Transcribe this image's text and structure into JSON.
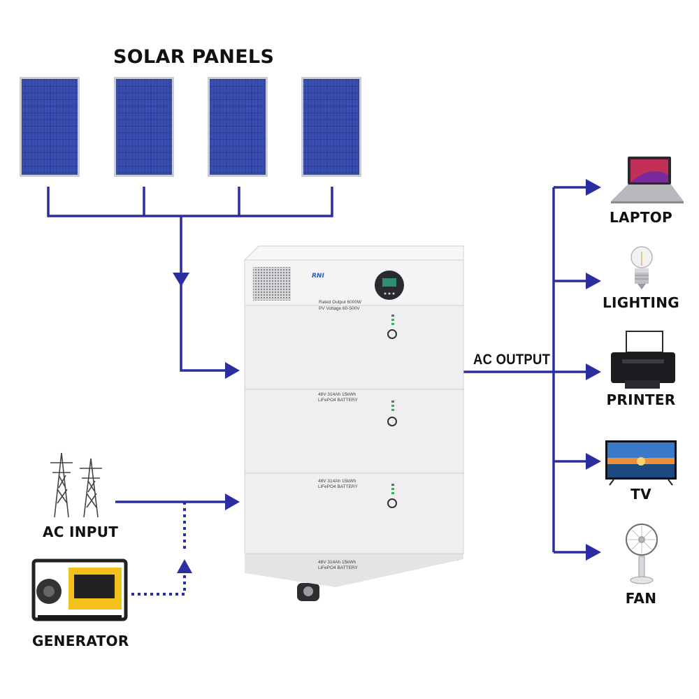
{
  "title": "SOLAR PANELS",
  "ac_output_label": "AC OUTPUT",
  "inputs": {
    "grid": "AC INPUT",
    "generator": "GENERATOR"
  },
  "devices": [
    {
      "label": "LAPTOP",
      "icon": "laptop-icon"
    },
    {
      "label": "LIGHTING",
      "icon": "bulb-icon"
    },
    {
      "label": "PRINTER",
      "icon": "printer-icon"
    },
    {
      "label": "TV",
      "icon": "tv-icon"
    },
    {
      "label": "FAN",
      "icon": "fan-icon"
    }
  ],
  "unit": {
    "brand": "RNI",
    "spec_line1": "Rated Output 6000W",
    "spec_line2": "PV Voltage 60-500V",
    "battery_line1": "48V 314Ah 15kWh",
    "battery_line2": "LiFePO4 BATTERY"
  },
  "colors": {
    "line": "#2b2ea0",
    "panel_cell": "#2d3f9a",
    "panel_frame": "#c9ccd3",
    "unit_body": "#f1f1f2"
  }
}
